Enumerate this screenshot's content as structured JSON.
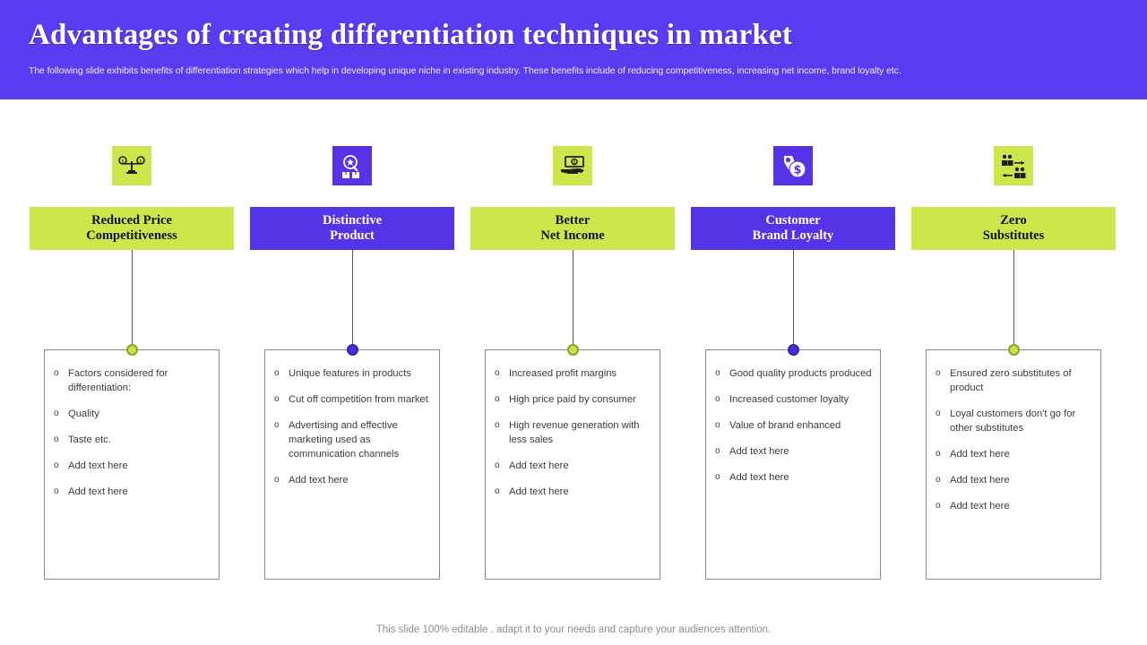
{
  "header": {
    "title": "Advantages of creating differentiation techniques in market",
    "subtitle": "The following slide exhibits benefits of differentiation strategies which help in developing unique niche in existing industry. These benefits include of reducing competitiveness, increasing net income, brand loyalty etc.",
    "bg_color": "#5a3cf0",
    "title_color": "#ffffff"
  },
  "theme": {
    "lime": "#cee64b",
    "purple": "#5533e6",
    "dot_lime": "#cbe24c",
    "dot_purple": "#4b2fd6",
    "line": "#555555",
    "box_border": "#8a8a8a",
    "text": "#3b3b3b"
  },
  "bullet_marker": "o",
  "columns": [
    {
      "accent": "lime",
      "icon_name": "balance-scale-icon",
      "title_line1": "Reduced Price",
      "title_line2": "Competitiveness",
      "bullets": [
        "Factors considered for differentiation:",
        "Quality",
        "Taste etc.",
        "Add text here",
        "Add text here"
      ]
    },
    {
      "accent": "purple",
      "icon_name": "magnifier-star-boxes-icon",
      "title_line1": "Distinctive",
      "title_line2": "Product",
      "bullets": [
        "Unique features in products",
        "Cut off competition from market",
        "Advertising and effective marketing used as communication channels",
        "Add text here"
      ]
    },
    {
      "accent": "lime",
      "icon_name": "hand-holding-cash-icon",
      "title_line1": "Better",
      "title_line2": "Net Income",
      "bullets": [
        "Increased profit margins",
        "High price paid by consumer",
        "High revenue generation with less sales",
        "Add text here",
        "Add text here"
      ]
    },
    {
      "accent": "purple",
      "icon_name": "price-tag-dollar-coin-icon",
      "title_line1": "Customer",
      "title_line2": "Brand Loyalty",
      "bullets": [
        "Good quality products produced",
        "Increased customer loyalty",
        "Value of brand enhanced",
        "Add text here",
        "Add text here"
      ]
    },
    {
      "accent": "lime",
      "icon_name": "people-exchange-arrows-icon",
      "title_line1": "Zero",
      "title_line2": "Substitutes",
      "bullets": [
        "Ensured zero substitutes of product",
        "Loyal customers don't go for other substitutes",
        "Add text here",
        "Add text here",
        "Add text here"
      ]
    }
  ],
  "footer": {
    "note": "This slide 100% editable . adapt it to your needs and capture your audiences attention."
  }
}
